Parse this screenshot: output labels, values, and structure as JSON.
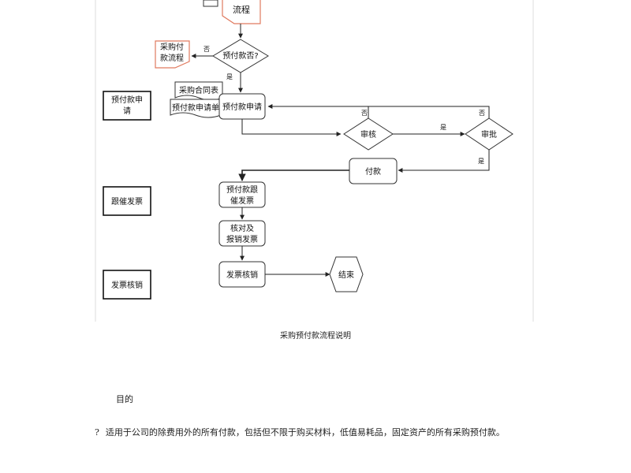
{
  "diagram": {
    "nodes": {
      "top_process": "流程",
      "purchase_process": "采购付款流程",
      "decision_prepay": "预付款否?",
      "contract_table": "采购合同表",
      "prepay_form": "预付款申请单",
      "prepay_apply": "预付款申请",
      "review": "审核",
      "approve": "审批",
      "payment": "付款",
      "prepay_invoice": "预付款跟催发票",
      "verify_invoice": "核对及报销发票",
      "invoice_writeoff": "发票核销",
      "end": "结束"
    },
    "lanes": {
      "apply": "预付款申请",
      "follow_invoice": "跟催发票",
      "writeoff": "发票核销"
    },
    "edge_labels": {
      "no_left": "否",
      "yes_down": "是",
      "review_no": "否",
      "review_yes": "是",
      "approve_no": "否",
      "approve_yes": "是"
    }
  },
  "caption": "采购预付款流程说明",
  "section": {
    "heading": "目的",
    "bullet": "?",
    "paragraph": "适用于公司的除费用外的所有付款，包括但不限于购买材料，低值易耗品，固定资产的所有采购预付款。"
  }
}
